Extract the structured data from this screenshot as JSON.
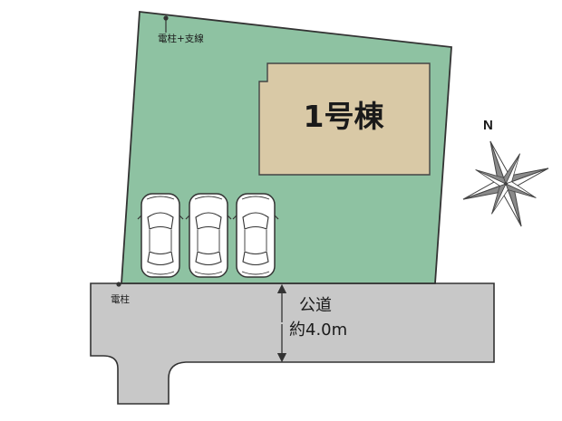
{
  "colors": {
    "lot": "#8ec2a2",
    "building": "#d9c9a6",
    "road": "#c8c8c8",
    "outline": "#333333"
  },
  "labels": {
    "pole_with_guy": "電柱+支線",
    "pole": "電柱",
    "building": "1号棟",
    "road": "公道",
    "road_width": "約4.0m",
    "north": "N"
  },
  "icons": [
    "compass-rose-icon",
    "car-icon",
    "utility-pole-icon",
    "dimension-arrow-icon"
  ],
  "parking_spaces": 3
}
